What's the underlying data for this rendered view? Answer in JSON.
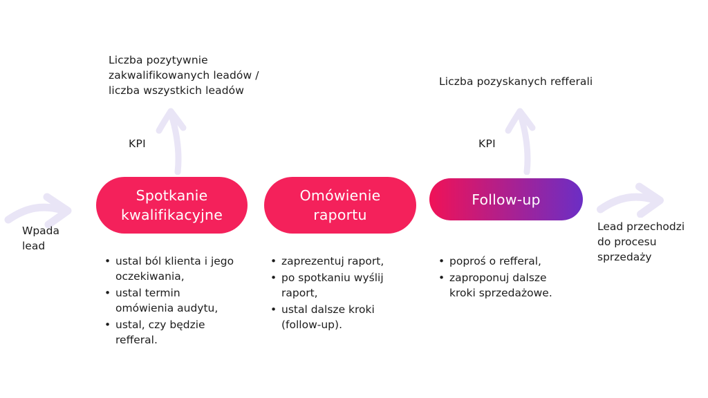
{
  "page": {
    "background": "#ffffff",
    "text_color": "#1c1c1c",
    "arrow_color": "#e9e5f6",
    "pill_text_color": "#ffffff"
  },
  "entry": {
    "label": "Wpada\nlead"
  },
  "exit": {
    "label": "Lead przechodzi\ndo procesu\nsprzedaży"
  },
  "kpis": [
    {
      "caption": "KPI",
      "metric": "Liczba pozytywnie\nzakwalifikowanych leadów /\nliczba wszystkich leadów"
    },
    {
      "caption": "KPI",
      "metric": "Liczba pozyskanych refferali"
    }
  ],
  "stages": [
    {
      "title": "Spotkanie\nkwalifikacyjne",
      "color": "#f4215b",
      "tasks": [
        "ustal ból klienta i jego\noczekiwania,",
        "ustal termin\nomówienia audytu,",
        "ustal, czy będzie\nrefferal."
      ]
    },
    {
      "title": "Omówienie\nraportu",
      "color": "#f4215b",
      "tasks": [
        "zaprezentuj raport,",
        "po spotkaniu wyślij\nraport,",
        "ustal dalsze kroki\n(follow-up)."
      ]
    },
    {
      "title": "Follow-up",
      "gradient": [
        "#f01257",
        "#6b2ec5"
      ],
      "tasks": [
        "poproś o refferal,",
        "zaproponuj dalsze\nkroki sprzedażowe."
      ]
    }
  ]
}
